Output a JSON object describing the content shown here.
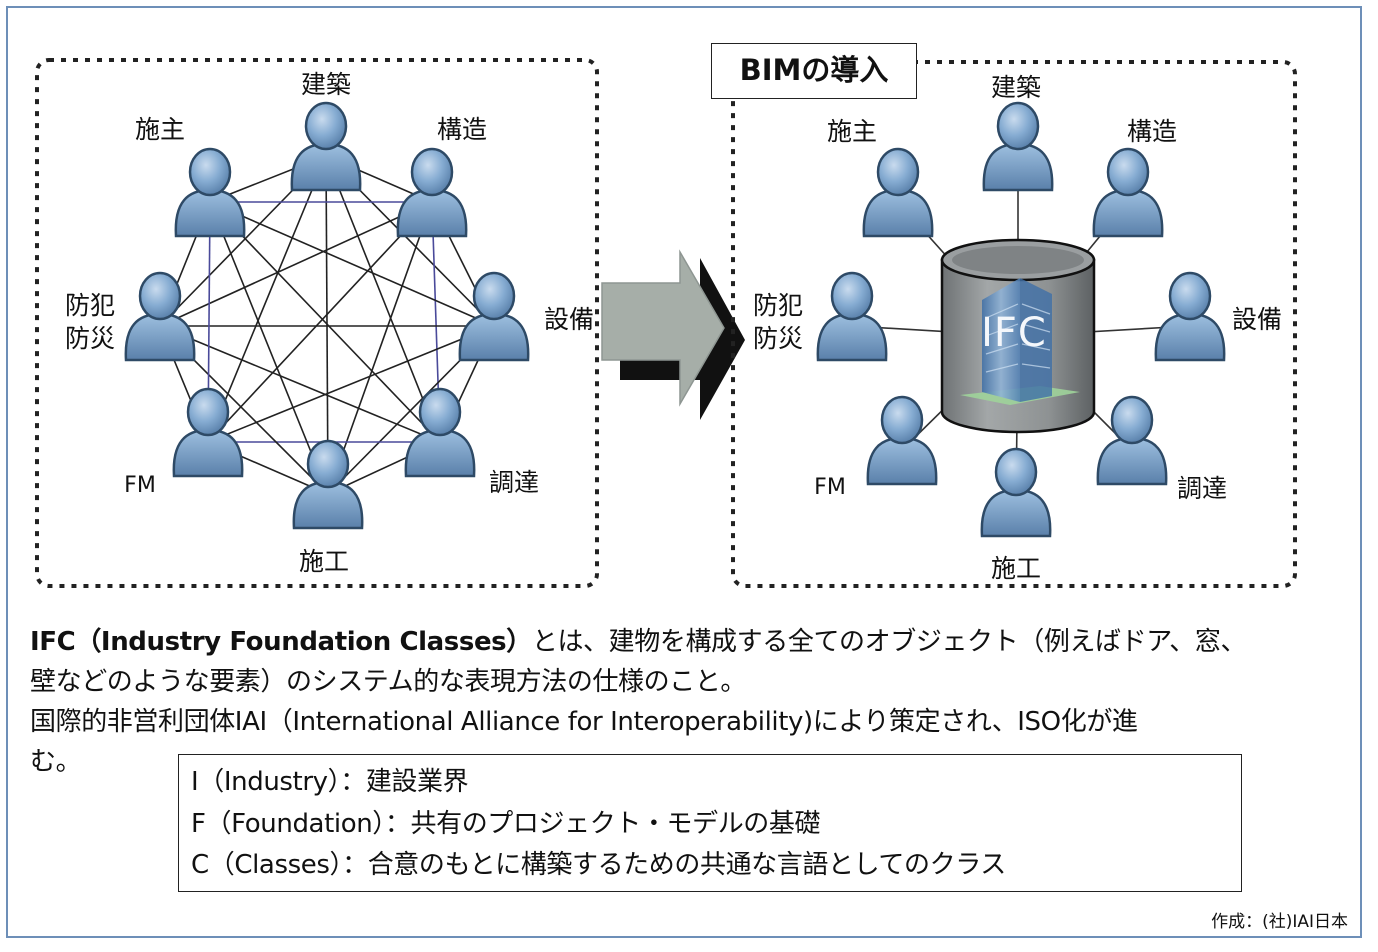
{
  "left_panel": {
    "nodes": {
      "architecture": "建築",
      "structure": "構造",
      "equipment": "設備",
      "procurement": "調達",
      "construction": "施工",
      "fm": "FM",
      "security": [
        "防犯",
        "防災"
      ],
      "owner": "施主"
    }
  },
  "right_panel": {
    "title": "BIMの導入",
    "center": "IFC",
    "nodes": {
      "architecture": "建築",
      "structure": "構造",
      "equipment": "設備",
      "procurement": "調達",
      "construction": "施工",
      "fm": "FM",
      "security": [
        "防犯",
        "防災"
      ],
      "owner": "施主"
    }
  },
  "description": {
    "line1_bold": "IFC（Industry Foundation Classes）",
    "line1_rest": "とは、建物を構成する全てのオブジェクト（例えばドア、窓、",
    "line2": "壁などのような要素）のシステム的な表現方法の仕様のこと。",
    "line3": "国際的非営利団体IAI（International Alliance for Interoperability)により策定され、ISO化が進",
    "line4": "む。"
  },
  "legend": [
    "I（Industry）：建設業界",
    "F（Foundation）：共有のプロジェクト・モデルの基礎",
    "C（Classes）：合意のもとに構築するための共通な言語としてのクラス"
  ],
  "credit": "作成：(社)IAI日本",
  "colors": {
    "person_fill": "#7da4cc",
    "person_stroke": "#2e4a66",
    "page_border": "#6d8fb8",
    "cylinder_body": "#8a8e90",
    "arrow_light": "#a6aea8",
    "arrow_dark": "#111111"
  }
}
